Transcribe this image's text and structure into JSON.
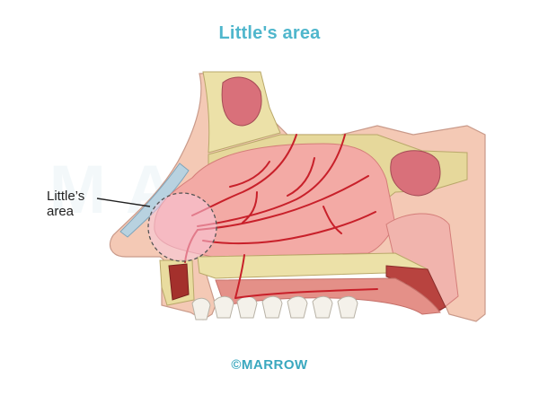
{
  "title": "Little's area",
  "label": {
    "line1": "Little’s",
    "line2": "area"
  },
  "watermark": "MARROW",
  "footer": "©MARROW",
  "colors": {
    "title": "#4fb6cc",
    "mucosa": "#f6b3ae",
    "bone": "#e9dc9f",
    "artery": "#c8202a",
    "highlight_circle": "#f7c6da"
  }
}
